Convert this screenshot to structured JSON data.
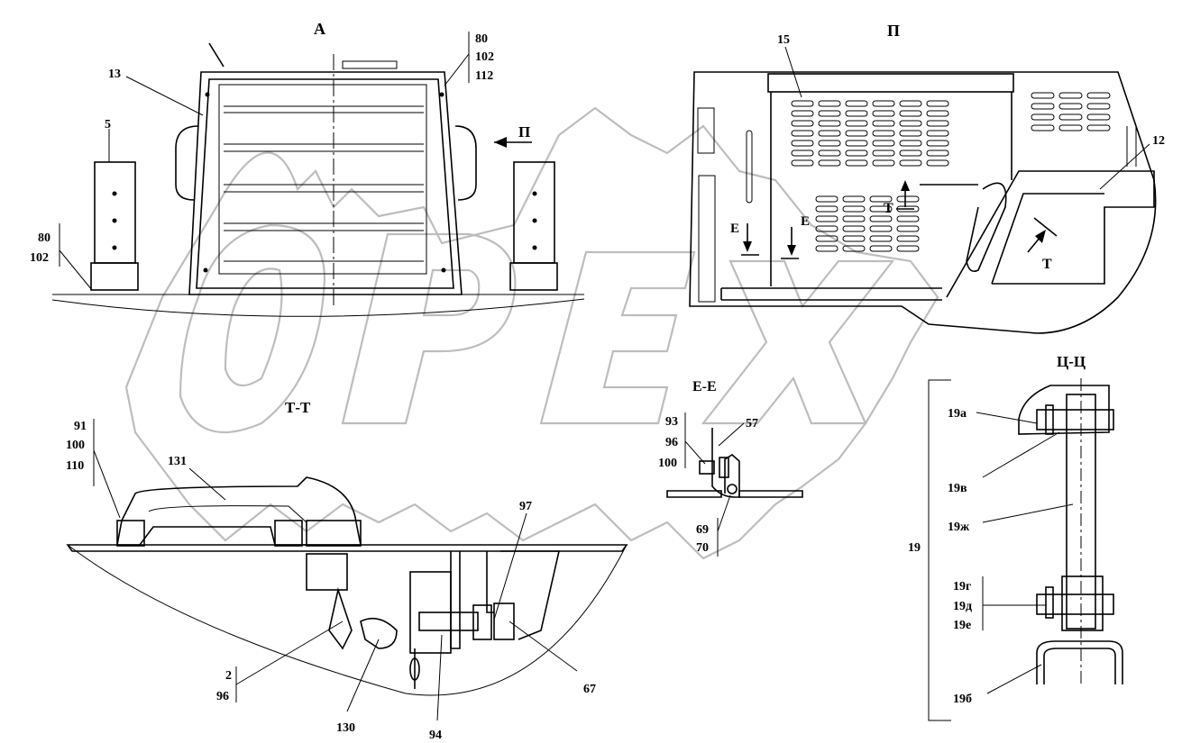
{
  "views": {
    "a": "А",
    "p": "П",
    "tt": "Т-Т",
    "ee": "Е-Е",
    "cc": "Ц-Ц"
  },
  "section_marks": {
    "p_arrow": "П",
    "e1": "Е",
    "e2": "Е",
    "t1": "Т",
    "t2": "Т"
  },
  "callouts": {
    "c13": "13",
    "c5": "5",
    "c80a": "80",
    "c102a": "102",
    "c112": "112",
    "c80b": "80",
    "c102b": "102",
    "c15": "15",
    "c12": "12",
    "c91": "91",
    "c100a": "100",
    "c110": "110",
    "c131": "131",
    "c97": "97",
    "c2": "2",
    "c96a": "96",
    "c130": "130",
    "c94": "94",
    "c67": "67",
    "c93": "93",
    "c96b": "96",
    "c100b": "100",
    "c57": "57",
    "c69": "69",
    "c70": "70",
    "c19a": "19а",
    "c19v": "19в",
    "c19zh": "19ж",
    "c19": "19",
    "c19g": "19г",
    "c19d": "19д",
    "c19e": "19е",
    "c19b": "19б"
  },
  "watermark": "ОРЕХ",
  "colors": {
    "line": "#000000",
    "watermark": "#bdbdbd",
    "hatch": "#555555"
  }
}
